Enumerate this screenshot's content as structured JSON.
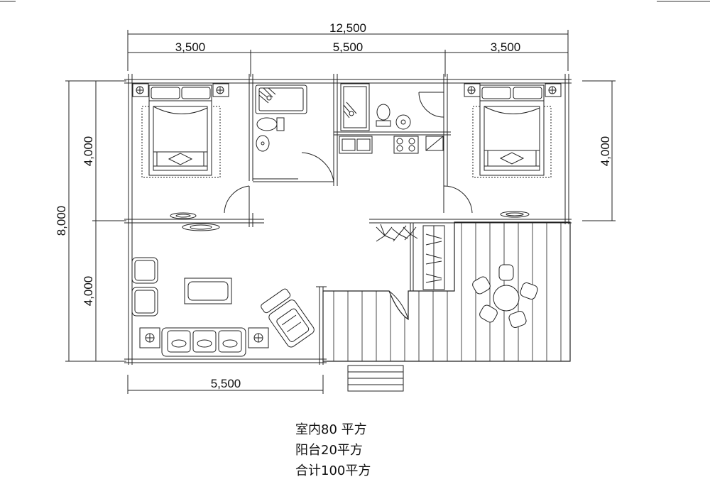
{
  "dimensions": {
    "overall_width": "12,500",
    "left_room_width": "3,500",
    "center_width": "5,500",
    "right_room_width": "3,500",
    "overall_depth": "8,000",
    "left_upper_depth": "4,000",
    "left_lower_depth": "4,000",
    "right_upper_depth": "4,000",
    "living_room_width": "5,500"
  },
  "area_notes": {
    "indoor": "室内80  平方",
    "balcony": "阳台20平方",
    "total": "合计100平方"
  }
}
